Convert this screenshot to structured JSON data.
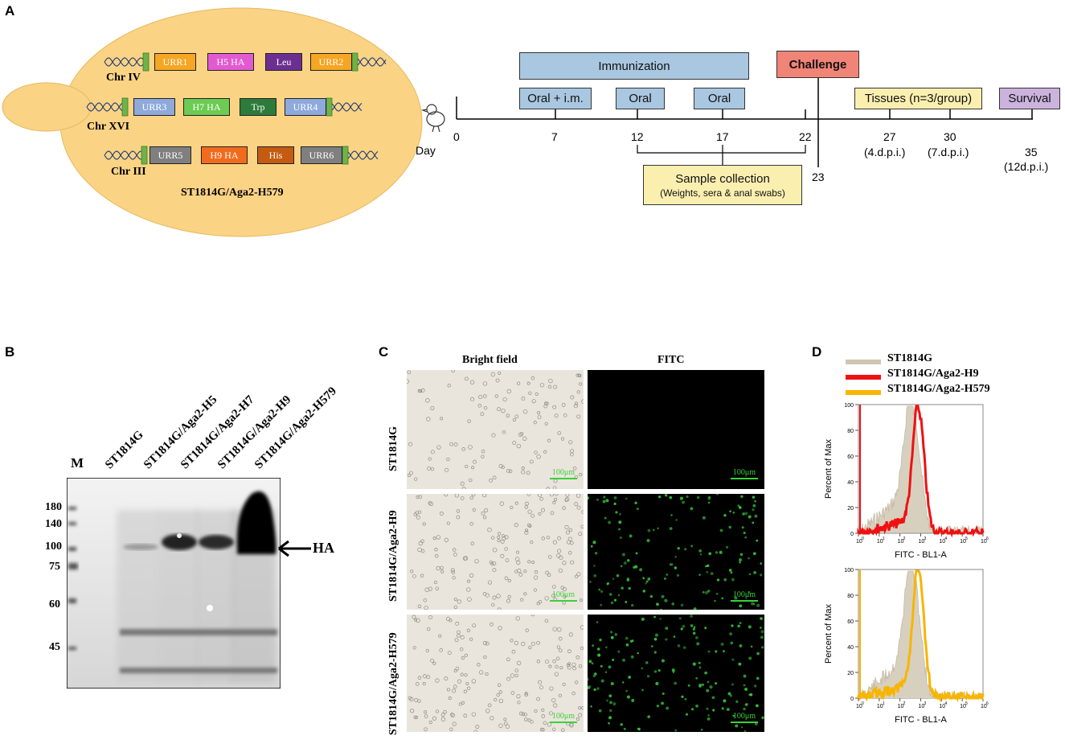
{
  "panels": {
    "a": "A",
    "b": "B",
    "c": "C",
    "d": "D"
  },
  "yeast": {
    "strain": "ST1814G/Aga2-H579",
    "chromosomes": [
      {
        "label": "Chr IV",
        "genes": [
          "URR1",
          "H5 HA",
          "Leu",
          "URR2"
        ]
      },
      {
        "label": "Chr  XVI",
        "genes": [
          "URR3",
          "H7 HA",
          "Trp",
          "URR4"
        ]
      },
      {
        "label": "Chr III",
        "genes": [
          "URR5",
          "H9 HA",
          "His",
          "URR6"
        ]
      }
    ]
  },
  "timeline": {
    "day_label": "Day",
    "immunization": "Immunization",
    "challenge": "Challenge",
    "doses": [
      "Oral + i.m.",
      "Oral",
      "Oral"
    ],
    "tissues": "Tissues (n=3/group)",
    "survival": "Survival",
    "sample_title": "Sample collection",
    "sample_sub": "(Weights, sera & anal swabs)",
    "days": [
      "0",
      "7",
      "12",
      "17",
      "22",
      "23",
      "27",
      "30",
      "35"
    ],
    "dpi": [
      "(4.d.p.i.)",
      "(7.d.p.i.)",
      "(12d.p.i.)"
    ]
  },
  "western": {
    "marker": "M",
    "lanes": [
      "ST1814G",
      "ST1814G/Aga2-H5",
      "ST1814G/Aga2-H7",
      "ST1814G/Aga2-H9",
      "ST1814G/Aga2-H579"
    ],
    "mw": [
      "180",
      "140",
      "100",
      "75",
      "60",
      "45"
    ],
    "arrow_label": "HA"
  },
  "microscopy": {
    "columns": [
      "Bright field",
      "FITC"
    ],
    "rows": [
      "ST1814G",
      "ST1814G/Aga2-H9",
      "ST1814G/Aga2-H579"
    ],
    "scale": "100μm"
  },
  "flow": {
    "legend": [
      {
        "name": "ST1814G",
        "color": "#cfc6b3"
      },
      {
        "name": "ST1814G/Aga2-H9",
        "color": "#ee1111"
      },
      {
        "name": "ST1814G/Aga2-H579",
        "color": "#f7b500"
      }
    ],
    "ylabel": "Percent of Max",
    "xlabel": "FITC - BL1-A",
    "yticks": [
      "0",
      "20",
      "40",
      "60",
      "80",
      "100"
    ],
    "xticks": [
      "10",
      "10",
      "10",
      "10",
      "10",
      "10",
      "10"
    ],
    "xexp": [
      "0",
      "1",
      "2",
      "3",
      "4",
      "5",
      "6"
    ]
  }
}
